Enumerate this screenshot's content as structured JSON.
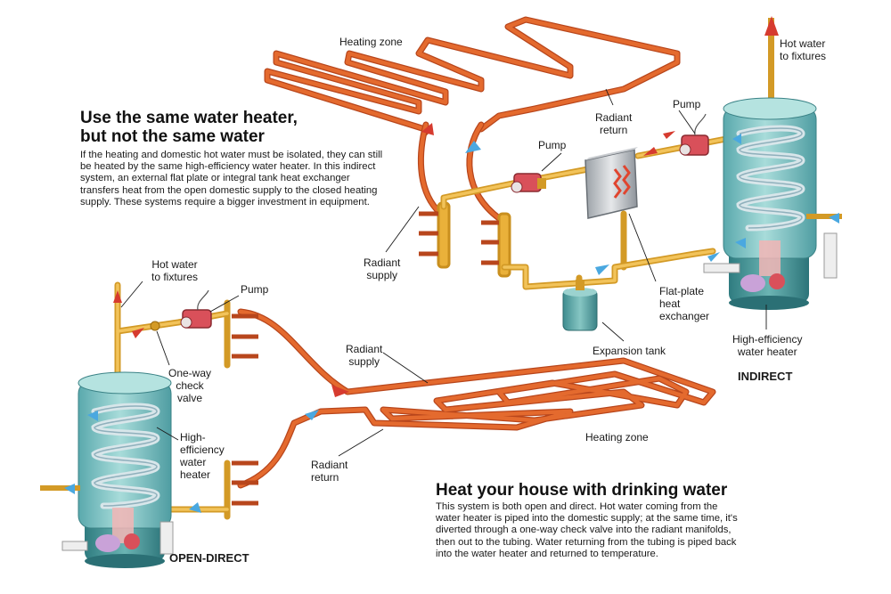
{
  "indirect": {
    "title_lines": [
      "Use the same water heater,",
      "but not the same water"
    ],
    "body": "If the heating and domestic hot water must be isolated, they can still be heated by the same high-efficiency water heater. In this indirect system, an external flat plate or integral tank heat exchanger transfers heat from the open domestic supply to the closed heating supply. These systems require a bigger investment in equipment.",
    "labels": {
      "heating_zone": "Heating zone",
      "hot_water": [
        "Hot water",
        "to fixtures"
      ],
      "pump_left": "Pump",
      "pump_right": "Pump",
      "radiant_return": [
        "Radiant",
        "return"
      ],
      "radiant_supply": [
        "Radiant",
        "supply"
      ],
      "heat_exchanger": [
        "Flat-plate",
        "heat",
        "exchanger"
      ],
      "expansion_tank": "Expansion tank",
      "heater": [
        "High-efficiency",
        "water heater"
      ],
      "system_name": "INDIRECT"
    }
  },
  "direct": {
    "title": "Heat your house with drinking water",
    "body": "This system is both open and direct. Hot water coming from the water heater is piped into the domestic supply; at the same time, it's diverted through a one-way check valve into the radiant manifolds, then out to the tubing. Water returning from the tubing is piped back into the water heater and returned to temperature.",
    "labels": {
      "hot_water": [
        "Hot water",
        "to fixtures"
      ],
      "pump": "Pump",
      "check_valve": [
        "One-way",
        "check",
        "valve"
      ],
      "heater": [
        "High-",
        "efficiency",
        "water",
        "heater"
      ],
      "radiant_supply": [
        "Radiant",
        "supply"
      ],
      "radiant_return": [
        "Radiant",
        "return"
      ],
      "heating_zone": "Heating zone",
      "system_name": "OPEN-DIRECT"
    }
  },
  "colors": {
    "tubing": "#e0622a",
    "pipe": "#eab13a",
    "tank": "#7fc6c6",
    "coil": "#c7dbe3",
    "hot_arrow": "#d63b2f",
    "cold_arrow": "#4aa8e0",
    "pump": "#d9505a"
  }
}
